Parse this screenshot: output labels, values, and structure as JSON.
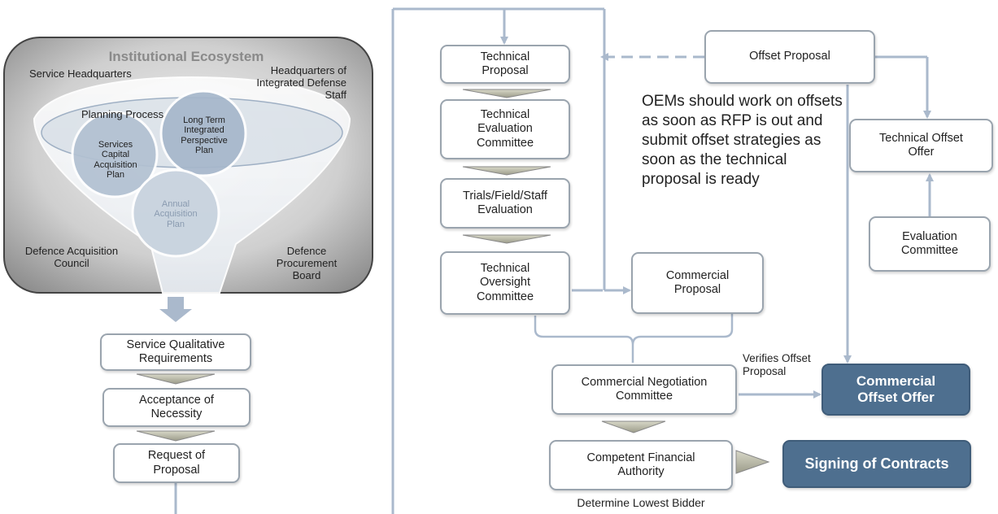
{
  "ecosystem": {
    "title": "Institutional Ecosystem",
    "service_hq": "Service Headquarters",
    "hq_integrated": "Headquarters of\nIntegrated Defense\nStaff",
    "planning_process": "Planning Process",
    "services_capital": "Services\nCapital\nAcquisition\nPlan",
    "long_term": "Long Term\nIntegrated\nPerspective\nPlan",
    "annual": "Annual\nAcquisition\nPlan",
    "dac": "Defence Acquisition\nCouncil",
    "dpb": "Defence\nProcurement\nBoard"
  },
  "left_flow": {
    "sqr": "Service Qualitative\nRequirements",
    "aon": "Acceptance of\nNecessity",
    "rfp": "Request of\nProposal"
  },
  "mid_flow": {
    "tech_proposal": "Technical\nProposal",
    "tec": "Technical\nEvaluation\nCommittee",
    "trials": "Trials/Field/Staff\nEvaluation",
    "toc": "Technical\nOversight\nCommittee",
    "commercial_proposal": "Commercial\nProposal",
    "cnc": "Commercial Negotiation\nCommittee",
    "cfa": "Competent Financial\nAuthority",
    "lowest_bidder": "Determine Lowest Bidder"
  },
  "right_flow": {
    "offset_proposal": "Offset Proposal",
    "tech_offset_offer": "Technical Offset\nOffer",
    "eval_committee": "Evaluation\nCommittee",
    "verifies": "Verifies Offset\nProposal",
    "commercial_offset_offer": "Commercial\nOffset Offer",
    "signing": "Signing of Contracts"
  },
  "note": "OEMs should work on offsets as soon as RFP is out and submit offset strategies as soon as the technical proposal is ready",
  "colors": {
    "connector": "#aab9cc",
    "dark_box": "#4e6f8f",
    "ecosystem_bg": "#9a9a9a"
  }
}
